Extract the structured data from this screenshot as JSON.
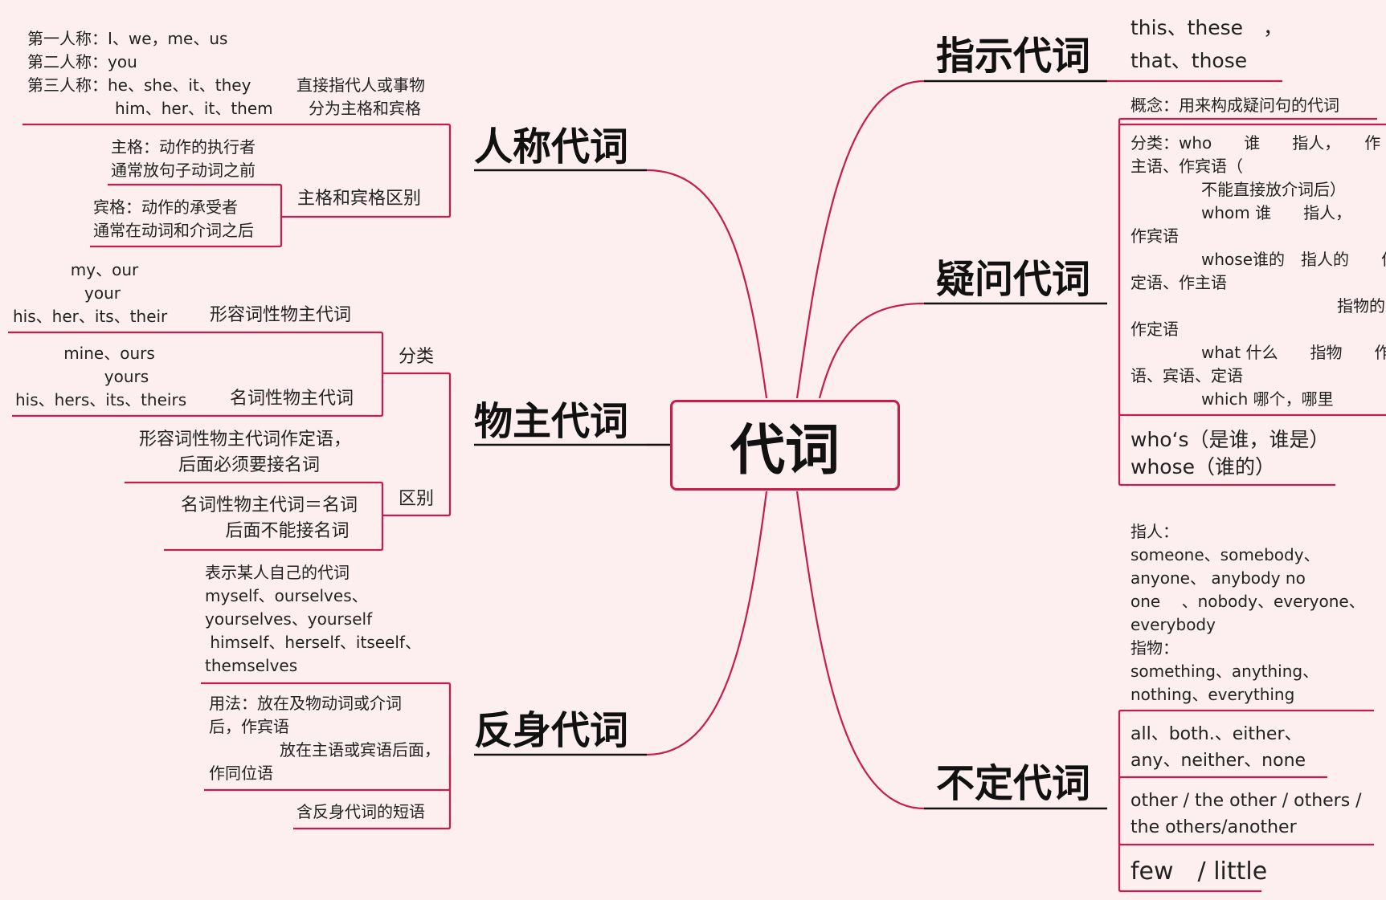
{
  "central": "代词",
  "colors": {
    "line": "#c71d4c",
    "underline": "#222222",
    "background": "#fdeef0"
  },
  "left": {
    "personal": {
      "title": "人称代词",
      "persons": [
        "第一人称：I、we，me、us",
        "第二人称：you",
        "第三人称：he、she、it、they",
        "him、her、it、them"
      ],
      "direct": [
        "直接指代人或事物",
        "分为主格和宾格"
      ],
      "nominative": [
        "主格：动作的执行者",
        "通常放句子动词之前"
      ],
      "objective": [
        "宾格：动作的承受者",
        "通常在动词和介词之后"
      ],
      "case_diff": "主格和宾格区别"
    },
    "possessive": {
      "title": "物主代词",
      "adj_forms": [
        "my、our",
        "your",
        "his、her、its、their"
      ],
      "adj_label": "形容词性物主代词",
      "noun_forms": [
        "mine、ours",
        "yours",
        "his、hers、its、theirs"
      ],
      "noun_label": "名词性物主代词",
      "classify": "分类",
      "rule1": [
        "形容词性物主代词作定语，",
        "后面必须要接名词"
      ],
      "rule2": [
        "名词性物主代词＝名词",
        "后面不能接名词"
      ],
      "diff": "区别"
    },
    "reflexive": {
      "title": "反身代词",
      "desc": [
        "表示某人自己的代词",
        "myself、ourselves、",
        "yourselves、yourself",
        " himself、herself、itseelf、",
        "themselves"
      ],
      "usage": [
        "用法：放在及物动词或介词",
        "后，作宾语",
        "放在主语或宾语后面，",
        "作同位语"
      ],
      "phrases": "含反身代词的短语"
    }
  },
  "right": {
    "demonstrative": {
      "title": "指示代词",
      "items": [
        "this、these　，",
        "that、those"
      ]
    },
    "interrogative": {
      "title": "疑问代词",
      "concept": "概念：用来构成疑问句的代词",
      "classify": [
        "分类：who　　谁　　指人，　　作",
        "主语、作宾语（",
        "不能直接放介词后）",
        "whom 谁　　指人，　　",
        "作宾语",
        "whose谁的　指人的　　作",
        "定语、作主语",
        "指物的",
        "作定语",
        "what 什么　　指物　　作主",
        "语、宾语、定语",
        "which 哪个，哪里"
      ],
      "whos": [
        "who‘s（是谁，谁是）",
        "whose（谁的）"
      ]
    },
    "indefinite": {
      "title": "不定代词",
      "list": [
        "指人：",
        "someone、somebody、",
        "anyone、 anybody no",
        "one　 、nobody、everyone、",
        "everybody",
        "指物：",
        "something、anything、",
        "nothing、everything"
      ],
      "group1": [
        "all、both.、either、",
        "any、neither、none"
      ],
      "group2": [
        "other / the other / others /",
        "the others/another"
      ],
      "group3": "few　/ little"
    }
  }
}
